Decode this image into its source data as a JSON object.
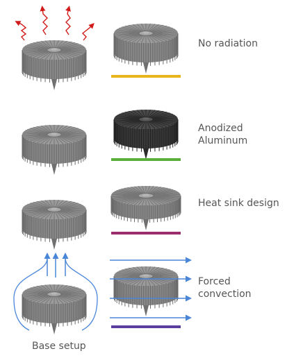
{
  "cases": [
    {
      "label": "No radiation",
      "color": "#e8b61c",
      "variant": "normal"
    },
    {
      "label": "Anodized\nAluminum",
      "color": "#5aae3a",
      "variant": "dark"
    },
    {
      "label": "Heat sink design",
      "color": "#9b2d6d",
      "variant": "dense"
    },
    {
      "label": "Forced\nconvection",
      "color": "#5b3f9e",
      "variant": "normal"
    }
  ],
  "base_label": "Base setup",
  "arrow_colors": {
    "radiation": "#d11a1a",
    "flow": "#4a86d8"
  },
  "heatsink_colors": {
    "normal_fin": "#8a8a8a",
    "normal_top": "#9a9a9a",
    "dark_fin": "#3a3a3a",
    "dark_top": "#4a4a4a"
  }
}
